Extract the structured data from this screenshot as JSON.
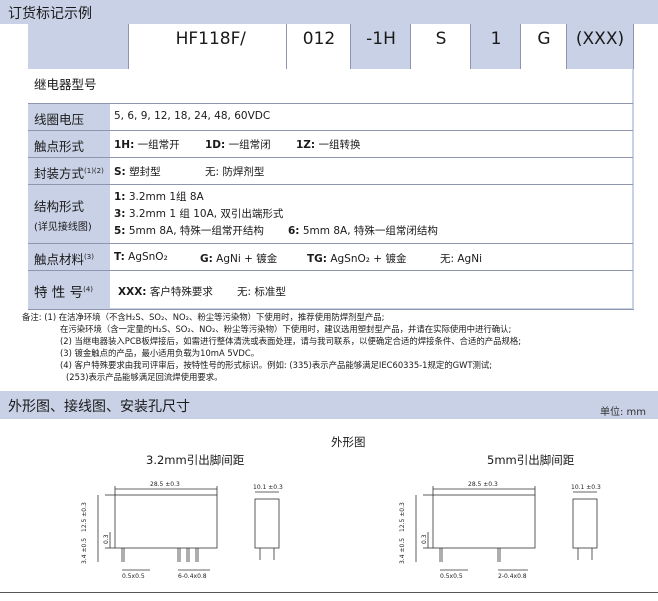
{
  "ordering": {
    "title": "订货标记示例",
    "code_parts": [
      "HF118F",
      "/",
      "012",
      "-1H",
      "S",
      "1",
      "G",
      "(XXX)"
    ],
    "rows": [
      {
        "label": "继电器型号"
      },
      {
        "label": "线圈电压",
        "value": "5, 6, 9, 12, 18, 24, 48, 60VDC"
      },
      {
        "label": "触点形式",
        "items": [
          {
            "code": "1H:",
            "text": "一组常开"
          },
          {
            "code": "1D:",
            "text": "一组常闭"
          },
          {
            "code": "1Z:",
            "text": "一组转换"
          }
        ]
      },
      {
        "label": "封装方式",
        "sup": "(1)(2)",
        "items": [
          {
            "code": "S:",
            "text": "塑封型"
          },
          {
            "code": "",
            "text": "无: 防焊剂型"
          }
        ]
      },
      {
        "label": "结构形式",
        "sub": "(详见接线图)",
        "lines": [
          {
            "code": "1:",
            "text": "3.2mm  1组  8A"
          },
          {
            "code": "3:",
            "text": "3.2mm  1 组 10A, 双引出端形式"
          },
          {
            "code": "5:",
            "text": "5mm  8A, 特殊一组常开结构"
          },
          {
            "code": "6:",
            "text": "5mm  8A, 特殊一组常闭结构"
          }
        ]
      },
      {
        "label": "触点材料",
        "sup": "(3)",
        "items": [
          {
            "code": "T:",
            "text": "AgSnO₂"
          },
          {
            "code": "G:",
            "text": "AgNi + 镀金"
          },
          {
            "code": "TG:",
            "text": "AgSnO₂ + 镀金"
          },
          {
            "code": "",
            "text": "无: AgNi"
          }
        ]
      },
      {
        "label": "特 性 号",
        "sup": "(4)",
        "items": [
          {
            "code": "XXX:",
            "text": "客户特殊要求"
          },
          {
            "code": "",
            "text": "无: 标准型"
          }
        ]
      }
    ]
  },
  "notes": [
    "备注: (1) 在洁净环境（不含H₂S、SO₂、NO₂、粉尘等污染物）下使用时，推荐使用防焊剂型产品;",
    "在污染环境（含一定量的H₂S、SO₂、NO₂、粉尘等污染物）下使用时，建议选用塑封型产品，并请在实际使用中进行确认;",
    "(2) 当继电器装入PCB板焊接后，如需进行整体清洗或表面处理，请与我司联系，以便确定合适的焊接条件、合适的产品规格;",
    "(3) 镀金触点的产品，最小适用负载为10mA 5VDC。",
    "(4) 客户特殊要求由我司评审后，按特性号的形式标识。例如: (335)表示产品能够满足IEC60335-1规定的GWT测试;",
    "(253)表示产品能够满足回流焊使用要求。"
  ],
  "dimensions": {
    "title": "外形图、接线图、安装孔尺寸",
    "unit": "单位: mm",
    "subtitle": "外形图",
    "left_label": "3.2mm引出脚间距",
    "right_label": "5mm引出脚间距",
    "left": {
      "length": "28.5",
      "length_tol": "±0.3",
      "width": "10.1",
      "width_tol": "±0.3",
      "height": "12.5",
      "height_tol": "±0.3",
      "pin_len": "3.4",
      "pin_len_tol": "±0.5",
      "offset": "0.3",
      "pin_w": "0.5x0.5",
      "pin_pitch": "6-0.4x0.8"
    },
    "right": {
      "length": "28.5",
      "length_tol": "±0.3",
      "width": "10.1",
      "width_tol": "±0.3",
      "height": "12.5",
      "height_tol": "±0.3",
      "pin_len": "3.4",
      "pin_len_tol": "±0.5",
      "offset": "0.3",
      "pin_w": "0.5x0.5",
      "pin_pitch": "2-0.4x0.8"
    }
  }
}
